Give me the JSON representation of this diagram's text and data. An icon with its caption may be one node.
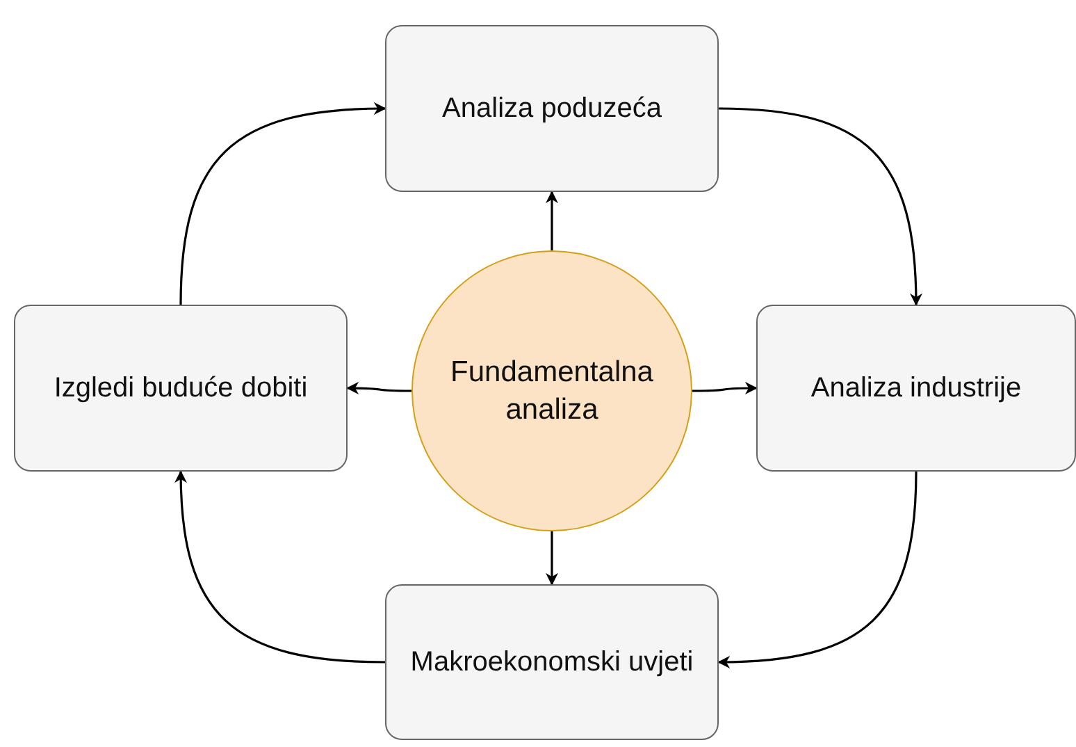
{
  "diagram": {
    "nodes": [
      {
        "text": [
          "Analiza poduzeća"
        ]
      },
      {
        "text": [
          "Izgledi buduće dobiti"
        ]
      },
      {
        "text": [
          "Fundamentalna analiza"
        ]
      },
      {
        "text": [
          "Analiza industrije"
        ]
      },
      {
        "text": [
          "Makroekonomski uvjeti"
        ]
      }
    ],
    "edges": [
      {
        "from": 2,
        "to": 0,
        "arrow": "to"
      },
      {
        "from": 2,
        "to": 1,
        "arrow": "to"
      },
      {
        "from": 2,
        "to": 3,
        "arrow": "to"
      },
      {
        "from": 2,
        "to": 4,
        "arrow": "to"
      },
      {
        "from": 0,
        "to": 3,
        "arrow": "to"
      },
      {
        "from": 3,
        "to": 4,
        "arrow": "to"
      },
      {
        "from": 4,
        "to": 1,
        "arrow": "to"
      },
      {
        "from": 1,
        "to": 0,
        "arrow": "to"
      }
    ]
  }
}
